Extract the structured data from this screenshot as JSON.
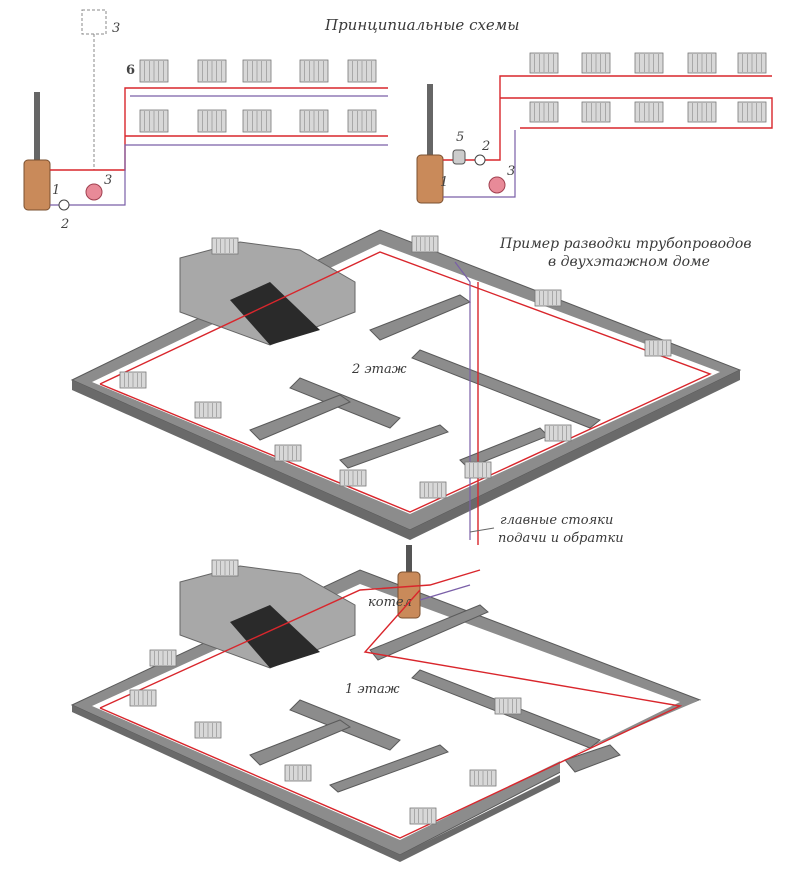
{
  "title": "Принципиальные схемы",
  "example_title_1": "Пример разводки трубопроводов",
  "example_title_2": "в двухэтажном доме",
  "floor2_label": "2 этаж",
  "floor1_label": "1 этаж",
  "risers_label_1": "главные стояки",
  "risers_label_2": "подачи и обратки",
  "boiler_label": "котел",
  "left_scheme_numbers": {
    "n1": "1",
    "n2": "2",
    "n3a": "3",
    "n3b": "3",
    "n6": "6"
  },
  "right_scheme_numbers": {
    "n1": "1",
    "n2": "2",
    "n3": "3",
    "n5": "5"
  },
  "colors": {
    "supply": "#d9262c",
    "return": "#7a5fa8",
    "boiler": "#c98a5a",
    "wall": "#8c8c8c",
    "radiator": "#d8d8d8"
  }
}
